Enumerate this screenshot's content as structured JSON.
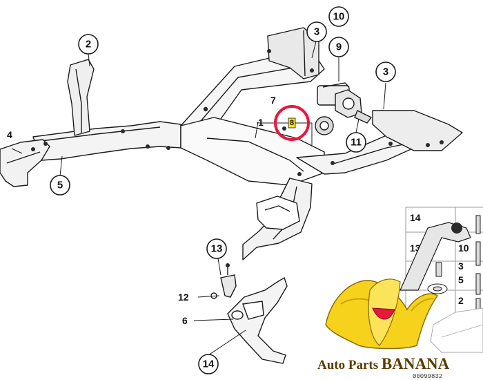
{
  "diagram": {
    "callouts": [
      "2",
      "4",
      "5",
      "3",
      "10",
      "9",
      "3",
      "7",
      "8",
      "1",
      "11",
      "13",
      "12",
      "6",
      "14"
    ],
    "highlight_color": "#e8173c",
    "highlight_fill": "#f5e11a",
    "line_color": "#1a1a1a",
    "part_fill": "#ffffff",
    "shade_color": "#bdbdbd"
  },
  "inset": {
    "labels": [
      "14",
      "10",
      "13",
      "3",
      "5",
      "2"
    ]
  },
  "watermark": {
    "text_a": "Auto Parts ",
    "text_b": "BANANA",
    "color": "#5a3c00",
    "banana_color": "#f6d21c",
    "mouth_color": "#e8173c"
  },
  "footer": {
    "code": "00099832"
  }
}
